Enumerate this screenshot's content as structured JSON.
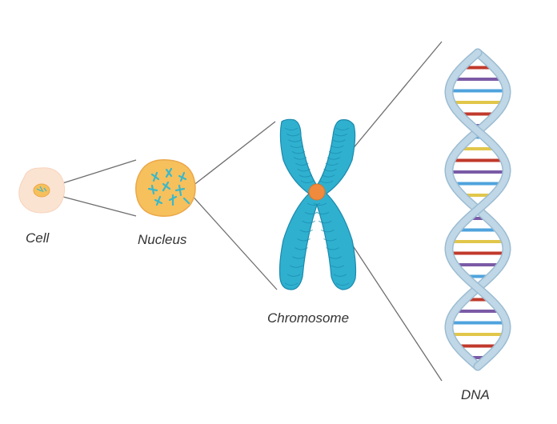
{
  "labels": {
    "cell": "Cell",
    "nucleus": "Nucleus",
    "chromosome": "Chromosome",
    "dna": "DNA"
  },
  "colors": {
    "cell_membrane": "#fbe3d2",
    "nucleus_fill": "#f6c05c",
    "nucleus_edge": "#eba84a",
    "chromatin": "#3bb8c9",
    "chromosome": "#2fb0cf",
    "chromosome_coil": "#1b8aad",
    "centromere": "#f08a3c",
    "zoom_lines": "#6e6e6e",
    "dna_backbone": "#bfd7e6",
    "dna_backbone_edge": "#9cbcd2",
    "base_pairs": [
      "#e2c64a",
      "#c0392b",
      "#7b5aa6",
      "#4ea3dd"
    ]
  }
}
